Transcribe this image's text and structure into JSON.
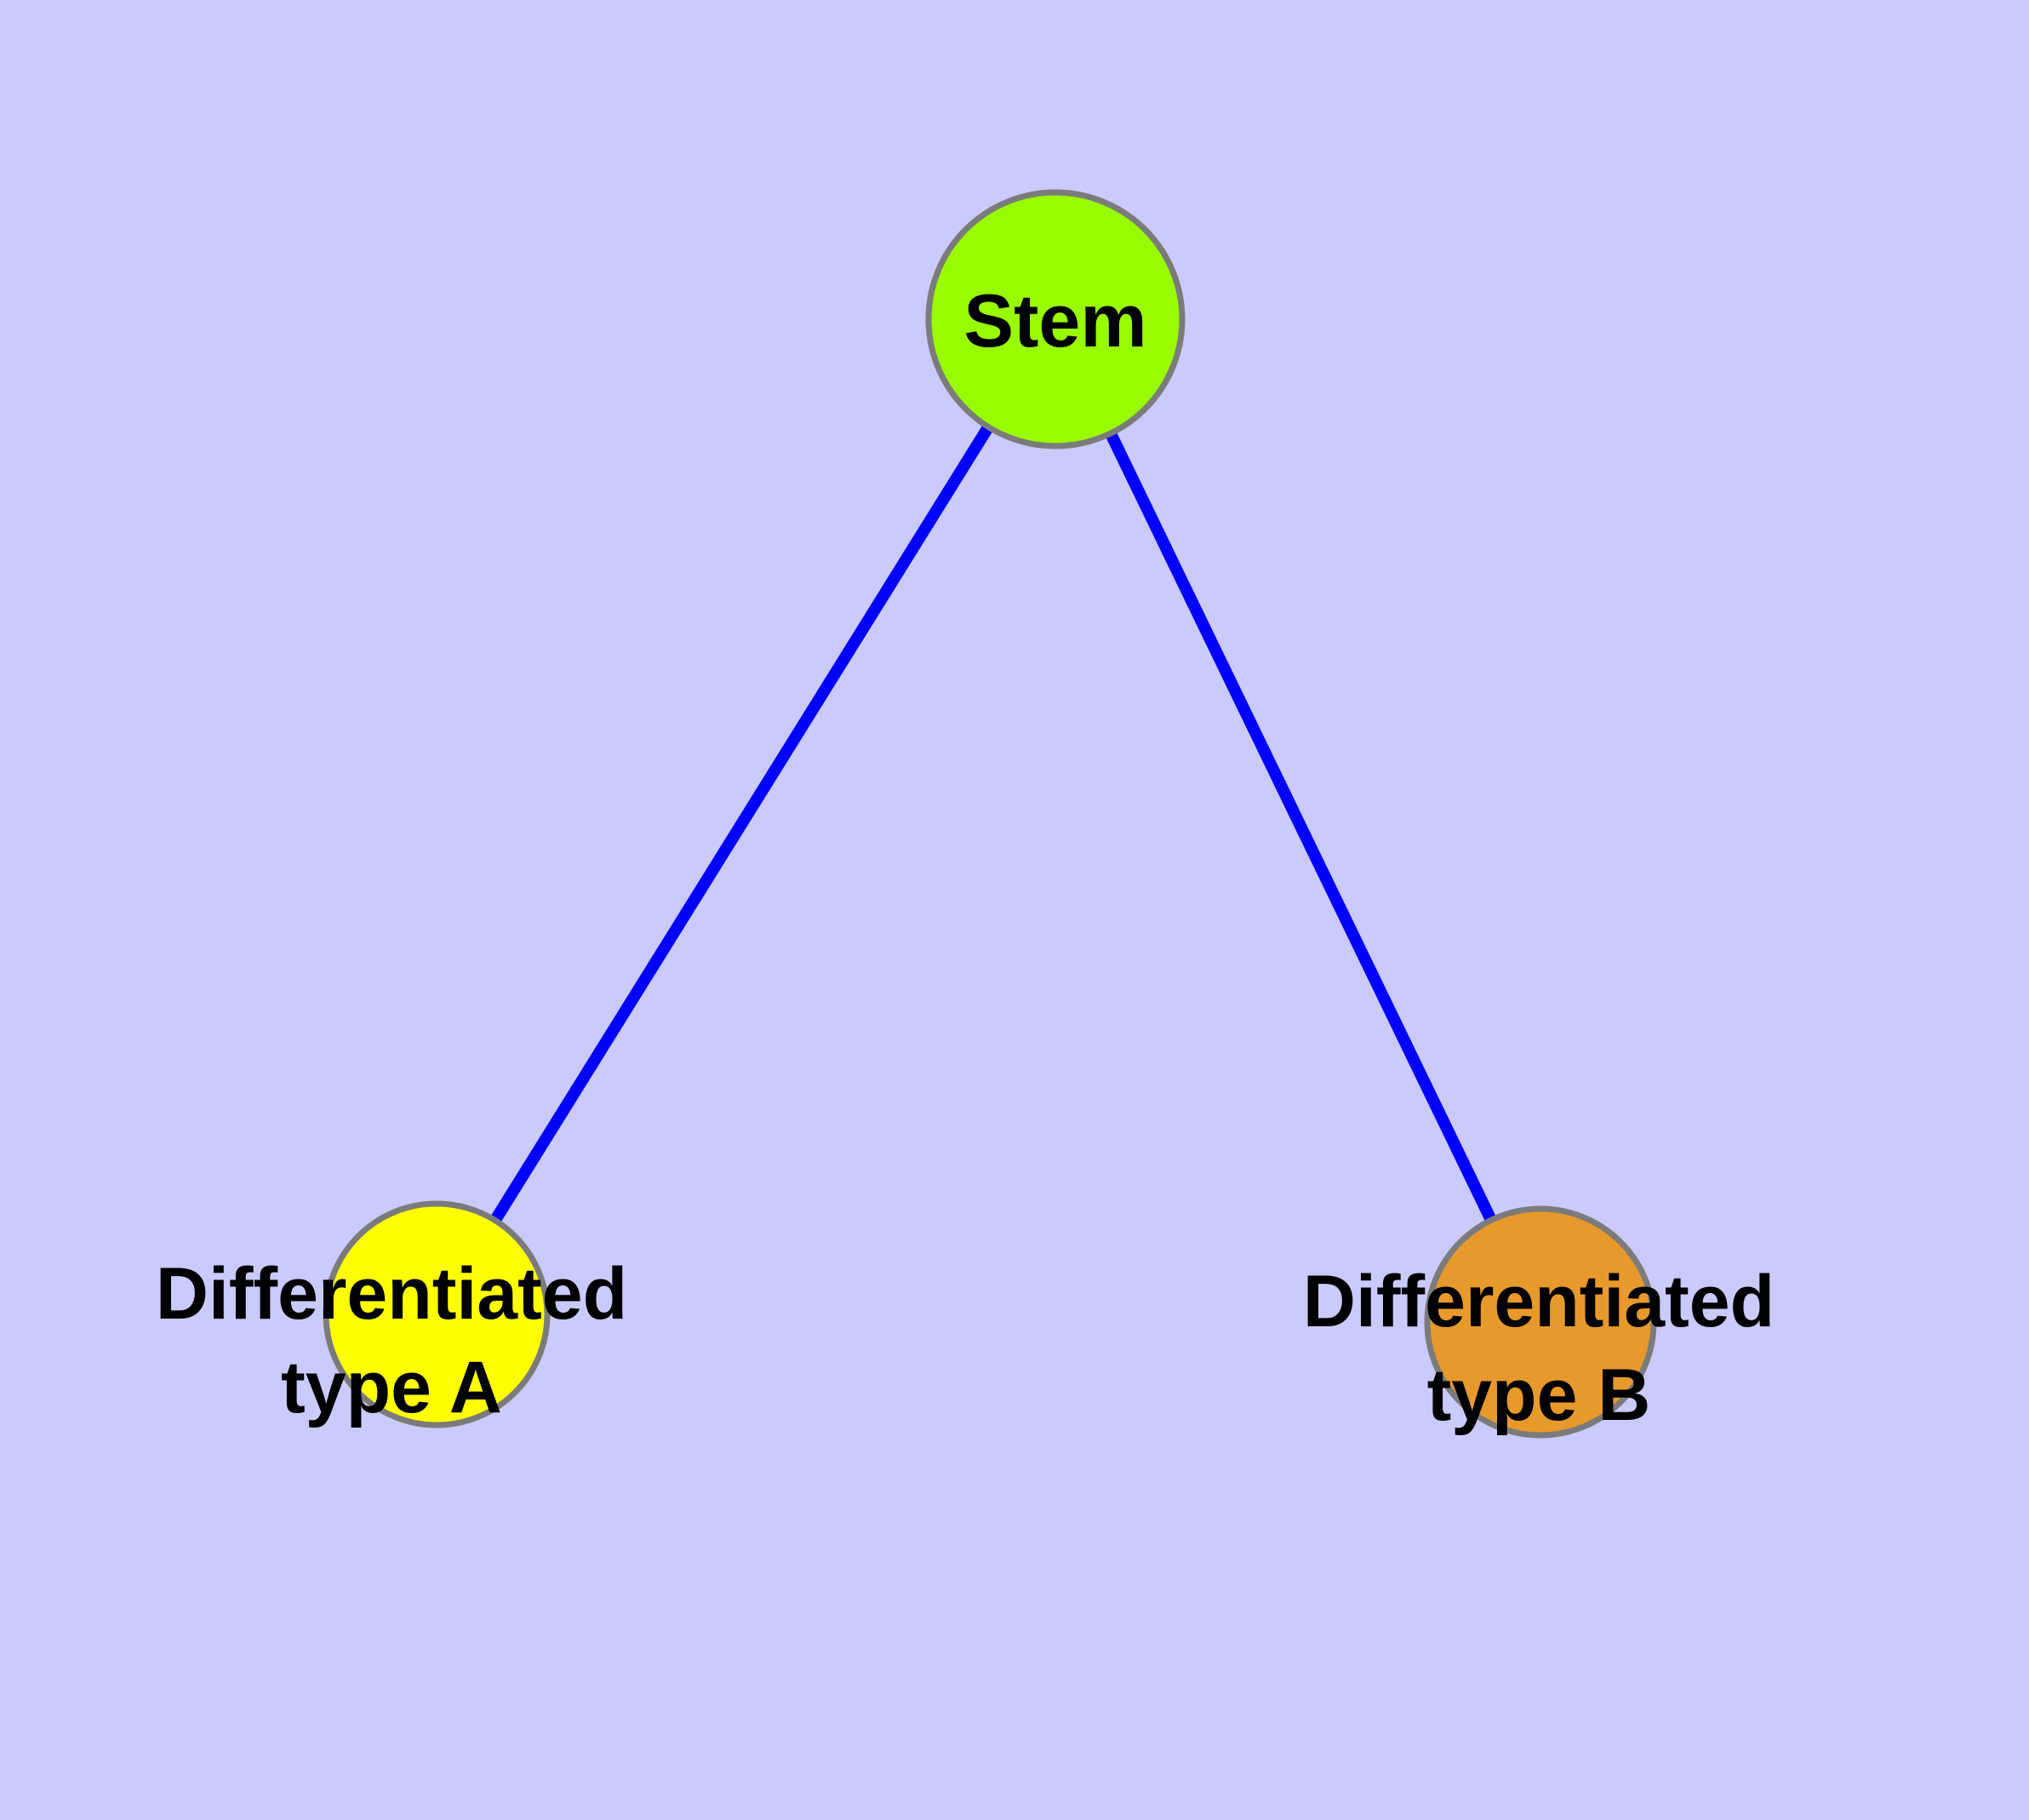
{
  "diagram": {
    "type": "graph",
    "background_color": "#CACAFC",
    "edge_color": "#0000FF",
    "node_border_color": "#7B7B7B",
    "label_color": "#000000",
    "nodes": [
      {
        "id": "stem",
        "label": "Stem",
        "lines": [
          "Stem"
        ],
        "fill": "#99FB00"
      },
      {
        "id": "differentiated-type-a",
        "label": "Differentiated type A",
        "lines": [
          "Differentiated",
          "type A"
        ],
        "fill": "#FFFF00"
      },
      {
        "id": "differentiated-type-b",
        "label": "Differentiated type B",
        "lines": [
          "Differentiated",
          "type B"
        ],
        "fill": "#E8992B"
      }
    ],
    "edges": [
      {
        "from": "stem",
        "to": "differentiated-type-a"
      },
      {
        "from": "stem",
        "to": "differentiated-type-b"
      }
    ]
  }
}
